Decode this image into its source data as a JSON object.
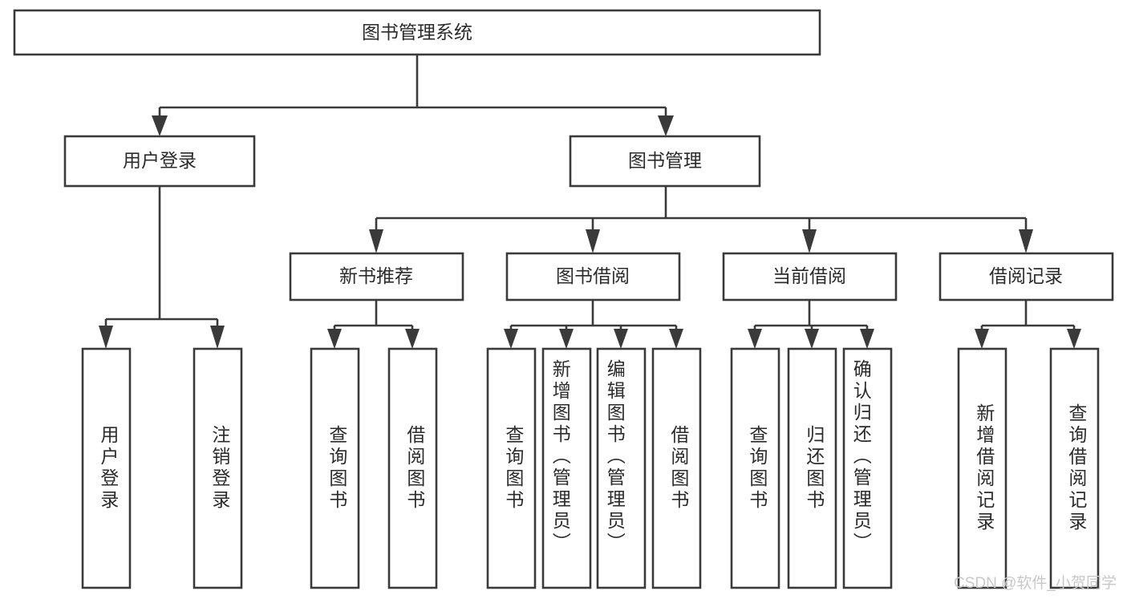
{
  "diagram": {
    "title": "图书管理系统",
    "type": "tree-hierarchy-diagram",
    "colors": {
      "stroke": "#3a3a3a",
      "fill": "#ffffff",
      "text": "#2b2b2b",
      "watermark": "#c8c8c8",
      "background": "#ffffff"
    },
    "root": {
      "label": "图书管理系统"
    },
    "level2": [
      {
        "label": "用户登录"
      },
      {
        "label": "图书管理"
      }
    ],
    "level3": [
      {
        "label": "新书推荐"
      },
      {
        "label": "图书借阅"
      },
      {
        "label": "当前借阅"
      },
      {
        "label": "借阅记录"
      }
    ],
    "leaves": {
      "user_login": [
        {
          "label": "用户登录"
        },
        {
          "label": "注销登录"
        }
      ],
      "new_book_recommend": [
        {
          "label": "查询图书"
        },
        {
          "label": "借阅图书"
        }
      ],
      "book_borrow": [
        {
          "label": "查询图书"
        },
        {
          "label": "新增图书（管理员）"
        },
        {
          "label": "编辑图书（管理员）"
        },
        {
          "label": "借阅图书"
        }
      ],
      "current_borrow": [
        {
          "label": "查询图书"
        },
        {
          "label": "归还图书"
        },
        {
          "label": "确认归还（管理员）"
        }
      ],
      "borrow_record": [
        {
          "label": "新增借阅记录"
        },
        {
          "label": "查询借阅记录"
        }
      ]
    },
    "watermark": "CSDN @软件_小贺同学"
  }
}
